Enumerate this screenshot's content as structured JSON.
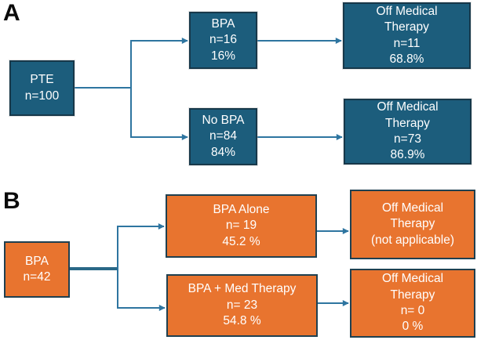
{
  "figure": {
    "type": "flowchart",
    "background": "#ffffff"
  },
  "colors": {
    "teal_box": "#1C5D7C",
    "teal_border": "#17384A",
    "orange_box": "#E8742F",
    "orange_border": "#1F4050",
    "arrow_color": "#2E75A0",
    "trunk_color": "#2A6887",
    "label_color": "#0b0b0b",
    "node_text_color": "#ffffff"
  },
  "panel_a": {
    "label": "A",
    "pte": [
      "PTE",
      "n=100"
    ],
    "bpa": [
      "BPA",
      "n=16",
      "16%"
    ],
    "off_therapy_bpa": [
      "Off Medical",
      "Therapy",
      "n=11",
      "68.8%"
    ],
    "no_bpa": [
      "No BPA",
      "n=84",
      "84%"
    ],
    "off_therapy_no_bpa": [
      "Off Medical",
      "Therapy",
      "n=73",
      "86.9%"
    ]
  },
  "panel_b": {
    "label": "B",
    "bpa": [
      "BPA",
      "n=42"
    ],
    "bpa_alone": [
      "BPA Alone",
      "n= 19",
      "45.2 %"
    ],
    "off_therapy_bpa_alone": [
      "Off Medical",
      "Therapy",
      "(not applicable)"
    ],
    "bpa_med_therapy": [
      "BPA + Med Therapy",
      "n= 23",
      "54.8 %"
    ],
    "off_therapy_bpa_med": [
      "Off Medical",
      "Therapy",
      "n= 0",
      "0 %"
    ]
  }
}
